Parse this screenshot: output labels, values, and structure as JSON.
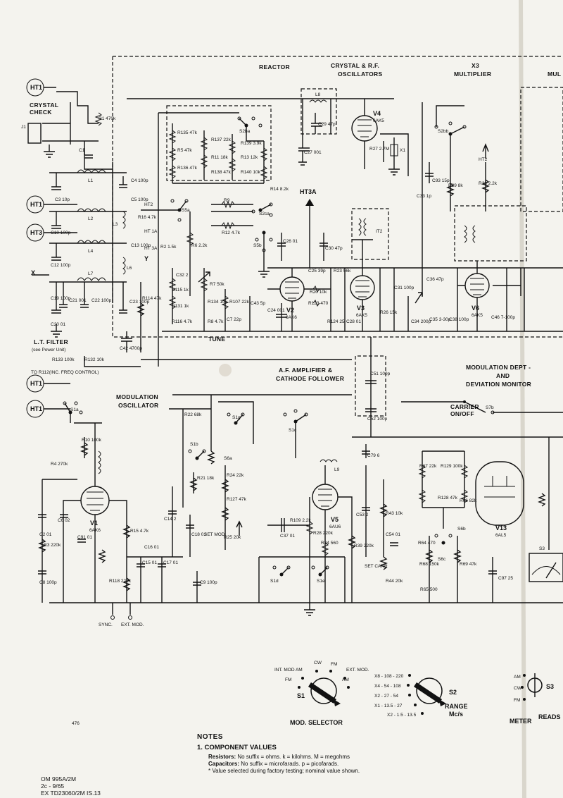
{
  "sections": {
    "reactor": "REACTOR",
    "crystal_rf_1": "CRYSTAL & R.F.",
    "crystal_rf_2": "OSCILLATORS",
    "x3": "X3",
    "multiplier": "MULTIPLIER",
    "mul_cut": "MUL",
    "crystal_check_1": "CRYSTAL",
    "crystal_check_2": "CHECK",
    "lt_filter": "L.T. FILTER",
    "see_power": "(see Power Unit)",
    "to_r112": "TO R112(INC. FREQ CONTROL)",
    "af_amp_1": "A.F. AMPLIFIER &",
    "af_amp_2": "CATHODE FOLLOWER",
    "mod_osc_1": "MODULATION",
    "mod_osc_2": "OSCILLATOR",
    "mod_dept_1": "MODULATION DEPT -",
    "mod_dept_2": "AND",
    "mod_dept_3": "DEVIATION MONITOR",
    "carrier_1": "CARRIER",
    "carrier_2": "ON/OFF",
    "tune": "TUNE",
    "sync": "SYNC.",
    "ext_mod": "EXT. MOD.",
    "set_mod": "SET MOD",
    "set_carr": "SET CARR"
  },
  "nets": [
    "HT1",
    "HT1",
    "HT3",
    "HT1",
    "HT1",
    "HT2",
    "HT2",
    "HT3A",
    "HT 1A",
    "HT 3A",
    "X",
    "Y",
    "J1",
    "X1",
    "C1"
  ],
  "valves": [
    {
      "ref": "V1",
      "type": "6AK6"
    },
    {
      "ref": "V2",
      "type": "6AK6"
    },
    {
      "ref": "V3",
      "type": "6AK5"
    },
    {
      "ref": "V4",
      "type": "6AK5"
    },
    {
      "ref": "V5",
      "type": "6AU6"
    },
    {
      "ref": "V6",
      "type": "6AK5"
    },
    {
      "ref": "V13",
      "type": "6AL5"
    }
  ],
  "components": {
    "inductors": [
      "L1",
      "L2",
      "L3",
      "L4",
      "L6",
      "L7",
      "L8",
      "L9",
      "IT2"
    ],
    "resistors": [
      "R1 470k",
      "R2 1.5k",
      "R3 220k",
      "R4 270k",
      "R5 47k",
      "R6 2.2k",
      "R7 50k",
      "R8 4.7k",
      "R9",
      "R10 100k",
      "R11 18k",
      "R12 4.7k",
      "R13 12k",
      "R14 8.2k",
      "R15 4.7k",
      "R16 4.7k",
      "R20 10k",
      "R21 18k",
      "R22 68k",
      "R23 56k",
      "R24 22k",
      "R25 20k",
      "R26 15k",
      "R27 2.7M",
      "R28 220k",
      "R29 8k",
      "R33 2.2k",
      "R34 560",
      "R39 220k",
      "R43 10k",
      "R44 20k",
      "R64 470",
      "R65 500",
      "R66 82k",
      "R67 22k",
      "R68 150k",
      "R69 47k",
      "R107 22k",
      "R109 2.2k",
      "R114 47k",
      "R115 1k",
      "R116 4.7k",
      "R118 220k",
      "R123 470",
      "R124 25",
      "R127 47k",
      "R128 47k",
      "R129 100k",
      "R131 1k",
      "R132 10k",
      "R133 100k",
      "R134 10k",
      "R135 47k",
      "R136 47k",
      "R137 22k",
      "R138 47k",
      "R139 3.9k",
      "R140 10k"
    ],
    "capacitors": [
      "C2 01",
      "C3 10p",
      "C4 100p",
      "C5 100p",
      "C6 02",
      "C7 22p",
      "C8 100p",
      "C9 100p",
      "C10 100p",
      "C12 100p",
      "C13 100p",
      "C14 2",
      "C15 01",
      "C16 01",
      "C17 01",
      "C18 01",
      "C19 100p",
      "C20 01",
      "C21 001",
      "C22 100p",
      "C23 100p",
      "C24 001",
      "C25 39p",
      "C26 01",
      "C27 001",
      "C28 01",
      "C29 47p",
      "C30 47p",
      "C31 100p",
      "C32 2",
      "C33 1p",
      "C34 200p",
      "C35 3-30p",
      "C36 47p",
      "C37 01",
      "C38 100p",
      "C42 4700p",
      "C43 5p",
      "C46 7-100p",
      "C51 100p",
      "C52 100p",
      "C53 2",
      "C54 01",
      "C79 6",
      "C91 01",
      "C93 15p",
      "C97 25"
    ]
  },
  "switches": [
    "S1a",
    "S1b",
    "S1c",
    "S1d",
    "S1e",
    "S1g",
    "S2ba",
    "S2bb",
    "S2ca",
    "S3",
    "S5a",
    "S5b",
    "S6a",
    "S6b",
    "S6c",
    "S7b"
  ],
  "panel": {
    "mod_selector": {
      "label": "MOD. SELECTOR",
      "switch": "S1",
      "positions": [
        "INT. MOD AM",
        "CW",
        "FM",
        "EXT. MOD.",
        "FM",
        "AM"
      ]
    },
    "range": {
      "label_1": "RANGE",
      "label_2": "Mc/s",
      "switch": "S2",
      "positions": [
        "X8 - 108 - 220",
        "X4 - 54 - 108",
        "X2 - 27 - 54",
        "X1 - 13.5 - 27",
        "X2 - 1.5 - 13.5"
      ]
    },
    "meter": {
      "label_1": "METER",
      "label_2": "READS",
      "switch": "S3",
      "positions": [
        "AM",
        "CW",
        "FM"
      ]
    }
  },
  "page_number": "476",
  "notes": {
    "heading": "NOTES",
    "item": "1.  COMPONENT VALUES",
    "resistors_label": "Resistors:",
    "resistors_text": "No suffix = ohms.  k = kilohms.  M = megohms",
    "capacitors_label": "Capacitors:",
    "capacitors_text": "No suffix = microfarads.  p = picofarads.",
    "factory": "* Value selected during factory testing; nominal value shown."
  },
  "footer": [
    "OM 995A/2M",
    "2c - 9/65",
    "EX TD23060/2M IS.13"
  ]
}
